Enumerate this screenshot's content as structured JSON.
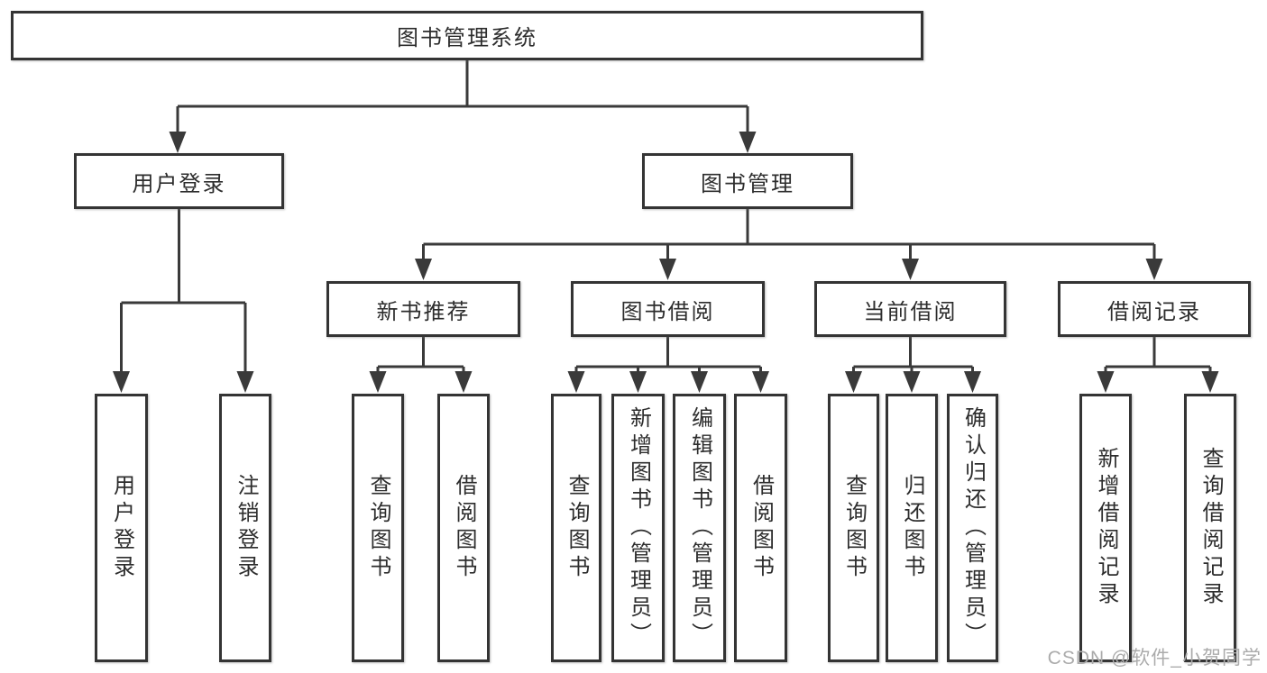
{
  "theme": {
    "line_color": "#3a3a3a",
    "box_border": "#343434",
    "text_color": "#2d2d2d",
    "watermark_color": "#ababab",
    "background": "#ffffff"
  },
  "watermark": {
    "text": "CSDN @软件_小贺同学"
  },
  "tree": {
    "label": "图书管理系统",
    "children": [
      {
        "label": "用户登录",
        "children": [
          {
            "label": "用户登录"
          },
          {
            "label": "注销登录"
          }
        ]
      },
      {
        "label": "图书管理",
        "children": [
          {
            "label": "新书推荐",
            "children": [
              {
                "label": "查询图书"
              },
              {
                "label": "借阅图书"
              }
            ]
          },
          {
            "label": "图书借阅",
            "children": [
              {
                "label": "查询图书"
              },
              {
                "label": "新增图书（管理员）"
              },
              {
                "label": "编辑图书（管理员）"
              },
              {
                "label": "借阅图书"
              }
            ]
          },
          {
            "label": "当前借阅",
            "children": [
              {
                "label": "查询图书"
              },
              {
                "label": "归还图书"
              },
              {
                "label": "确认归还（管理员）"
              }
            ]
          },
          {
            "label": "借阅记录",
            "children": [
              {
                "label": "新增借阅记录"
              },
              {
                "label": "查询借阅记录"
              }
            ]
          }
        ]
      }
    ]
  }
}
